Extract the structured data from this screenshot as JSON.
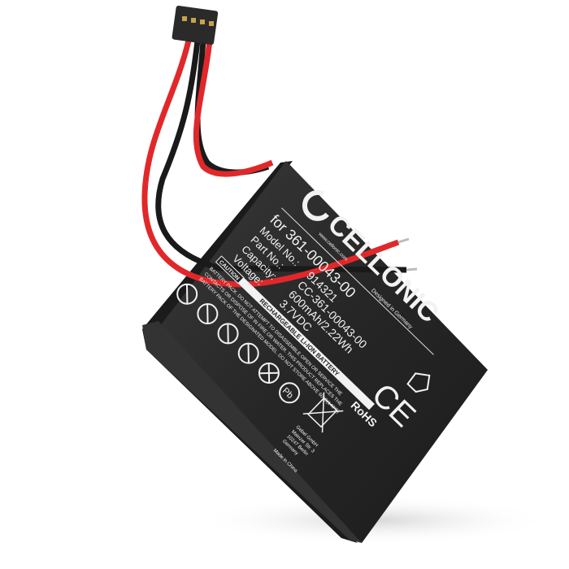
{
  "product": {
    "brand": "CELLONIC",
    "brand_url": "www.cellonic.com",
    "designed_in": "Designed in Germany",
    "compat_line": "for 361-00043-00",
    "field_labels": [
      "Model No.:",
      "Part No.:",
      "Capacity:",
      "Voltage:"
    ],
    "values": [
      "914321",
      "CC-361-00043-00",
      "600mAh/2.22Wh",
      "3.7VDC"
    ],
    "rechargeable_label": "RECHARGEABLE Li-ION BATTERY",
    "caution_label": "CAUTION",
    "warning_lines": [
      "BATTERY PACK. DO NOT ATTEMPT TO DISASSEMBLE OPEN OR SERVICE THE",
      "CONTACTS OR DISPOSE OF IN FIRE OR WATER. THIS PRODUCT REPLACES THE",
      "BATTERY PACK OF THE DESIGNATED MODEL. DO NOT STORE ABOVE 60°C(140°F)"
    ],
    "rohs": "RoHS",
    "ce": "CE",
    "address_lines": [
      "Gebel GmbH",
      "Mainzer Str. 3",
      "10247 Berlin",
      "Germany"
    ],
    "made_in": "Made in China",
    "icons": [
      "no-disassemble-icon",
      "no-crush-icon",
      "no-puncture-icon",
      "no-short-icon",
      "no-fire-icon",
      "no-pb-icon"
    ]
  },
  "colors": {
    "body": "#262626",
    "red_wire": "#e0282a",
    "black_wire": "#1a1a1a",
    "connector": "#2a2a2a",
    "label_text": "#f2f2f2"
  }
}
